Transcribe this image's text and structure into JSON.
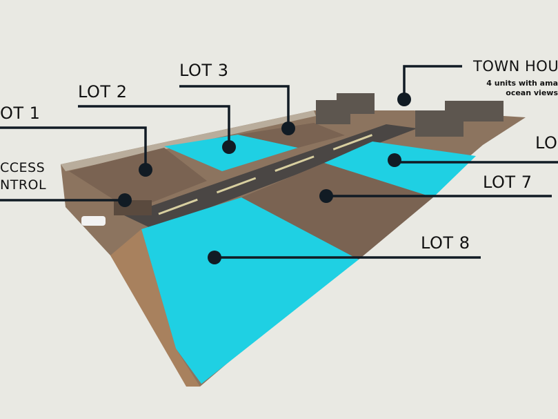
{
  "labels": {
    "lot1": "OT 1",
    "lot2": "LOT 2",
    "lot3": "LOT 3",
    "lot6": "LO",
    "lot7": "LOT 7",
    "lot8": "LOT 8",
    "access_line1": "CCESS",
    "access_line2": "NTROL",
    "townhouse_title": "TOWN HOU",
    "townhouse_sub1": "4 units with ama",
    "townhouse_sub2": "ocean views"
  },
  "colors": {
    "background": "#e9e9e3",
    "lot_available": "#1fd0e3",
    "lot_dirt": "#7a6352",
    "road": "#4a4644",
    "leader": "#111b24"
  }
}
